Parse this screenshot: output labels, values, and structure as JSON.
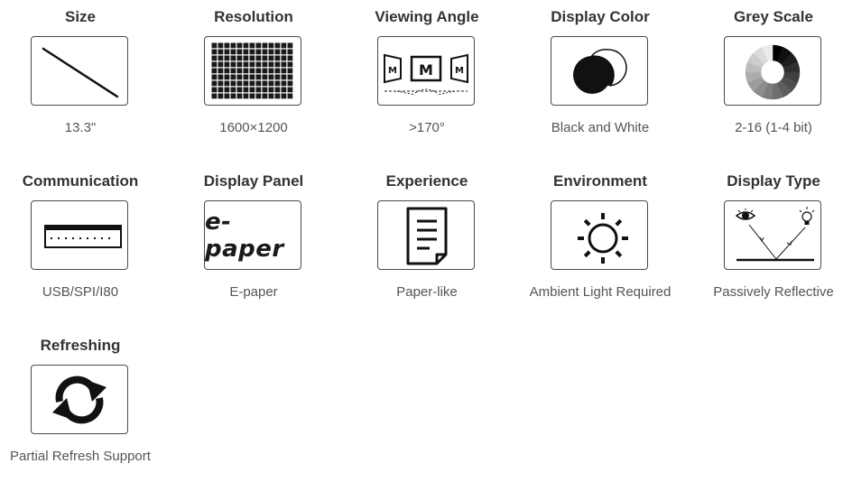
{
  "specs": [
    {
      "title": "Size",
      "value": "13.3\"",
      "icon": "diagonal-line-icon"
    },
    {
      "title": "Resolution",
      "value": "1600×1200",
      "icon": "pixel-grid-icon"
    },
    {
      "title": "Viewing Angle",
      "value": ">170°",
      "icon": "viewing-angle-icon"
    },
    {
      "title": "Display Color",
      "value": "Black and White",
      "icon": "black-white-circles-icon"
    },
    {
      "title": "Grey Scale",
      "value": "2-16 (1-4 bit)",
      "icon": "grey-scale-wheel-icon"
    },
    {
      "title": "Communication",
      "value": "USB/SPI/I80",
      "icon": "connector-icon"
    },
    {
      "title": "Display Panel",
      "value": "E-paper",
      "icon": "epaper-logo-icon",
      "logo_text": "e-paper"
    },
    {
      "title": "Experience",
      "value": "Paper-like",
      "icon": "document-icon"
    },
    {
      "title": "Environment",
      "value": "Ambient Light Required",
      "icon": "sun-icon"
    },
    {
      "title": "Display Type",
      "value": "Passively Reflective",
      "icon": "reflection-icon"
    },
    {
      "title": "Refreshing",
      "value": "Partial Refresh Support",
      "icon": "refresh-arrows-icon"
    }
  ]
}
